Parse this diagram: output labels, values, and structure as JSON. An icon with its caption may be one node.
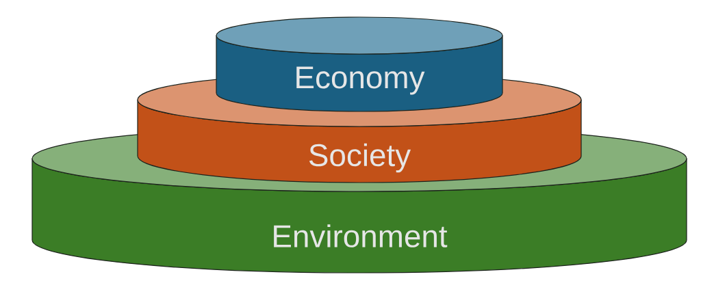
{
  "diagram": {
    "nodes": [
      {
        "text": [
          "Economy"
        ]
      },
      {
        "text": [
          "Society"
        ]
      },
      {
        "text": [
          "Environment"
        ]
      }
    ]
  }
}
